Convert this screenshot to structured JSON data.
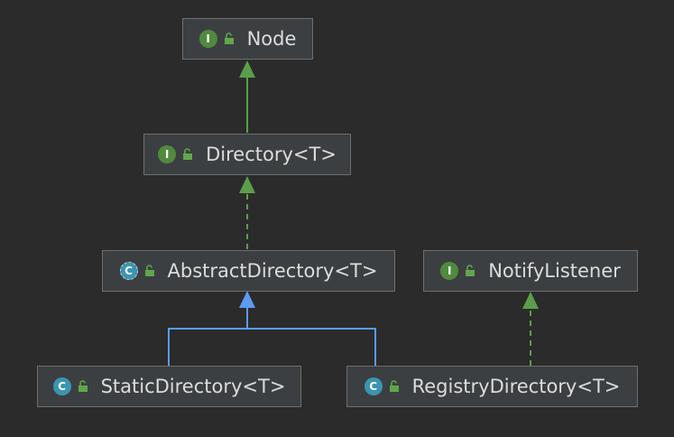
{
  "colors": {
    "background": "#2b2b2b",
    "node_fill": "#3c3f41",
    "node_border": "#6e6e6e",
    "interface_badge": "#508a3e",
    "class_badge": "#3a95b2",
    "implements_edge": "#5a9e4c",
    "extends_edge": "#5b9bf0"
  },
  "nodes": {
    "node": {
      "badge": "I",
      "badge_icon": "interface-icon",
      "visibility_icon": "public-unlock-icon",
      "label": "Node"
    },
    "directory": {
      "badge": "I",
      "badge_icon": "interface-icon",
      "visibility_icon": "public-unlock-icon",
      "label": "Directory<T>"
    },
    "abstract_directory": {
      "badge": "C",
      "badge_icon": "abstract-class-icon",
      "visibility_icon": "public-unlock-icon",
      "label": "AbstractDirectory<T>"
    },
    "notify_listener": {
      "badge": "I",
      "badge_icon": "interface-icon",
      "visibility_icon": "public-unlock-icon",
      "label": "NotifyListener"
    },
    "static_directory": {
      "badge": "C",
      "badge_icon": "class-icon",
      "visibility_icon": "public-unlock-icon",
      "label": "StaticDirectory<T>"
    },
    "registry_directory": {
      "badge": "C",
      "badge_icon": "class-icon",
      "visibility_icon": "public-unlock-icon",
      "label": "RegistryDirectory<T>"
    }
  },
  "edges": [
    {
      "from": "Directory<T>",
      "to": "Node",
      "type": "extends-interface"
    },
    {
      "from": "AbstractDirectory<T>",
      "to": "Directory<T>",
      "type": "implements"
    },
    {
      "from": "StaticDirectory<T>",
      "to": "AbstractDirectory<T>",
      "type": "extends"
    },
    {
      "from": "RegistryDirectory<T>",
      "to": "AbstractDirectory<T>",
      "type": "extends"
    },
    {
      "from": "RegistryDirectory<T>",
      "to": "NotifyListener",
      "type": "implements"
    }
  ]
}
